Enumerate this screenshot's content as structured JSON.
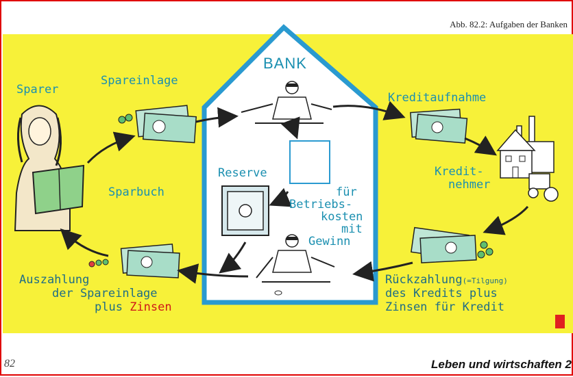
{
  "caption": "Abb. 82.2: Aufgaben der Banken",
  "bank": "BANK",
  "labels": {
    "sparer": "Sparer",
    "spareinlage": "Spareinlage",
    "sparbuch": "Sparbuch",
    "reserve": "Reserve",
    "betrieb_1": "für",
    "betrieb_2": "Betriebs-",
    "betrieb_3": "kosten",
    "betrieb_4": "mit",
    "betrieb_5": "Gewinn",
    "kreditaufnahme": "Kreditaufnahme",
    "kreditnehmer_1": "Kredit-",
    "kreditnehmer_2": "nehmer",
    "rueck_1": "Rückzahlung",
    "rueck_tilgung": "(=Tilgung)",
    "rueck_2": "des Kredits plus",
    "rueck_3": "Zinsen für Kredit",
    "aus_1": "Auszahlung",
    "aus_2": "der Spareinlage",
    "aus_3a": "plus",
    "aus_3b": "Zinsen"
  },
  "footer": {
    "page": "82",
    "book": "Leben und wirtschaften 2"
  },
  "colors": {
    "background": "#f7f139",
    "accent": "#1a8fb0",
    "red": "#d01818"
  }
}
